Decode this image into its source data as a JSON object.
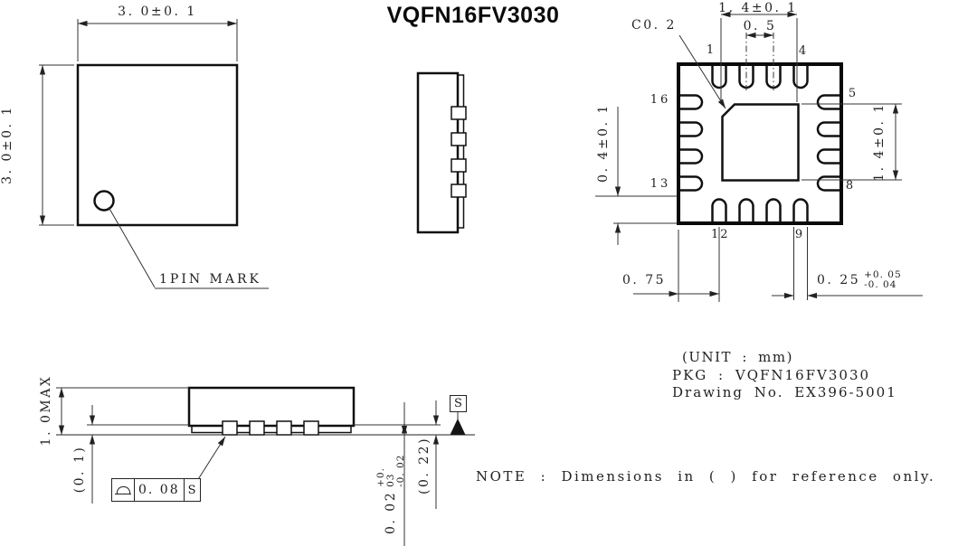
{
  "title": "VQFN16FV3030",
  "top_view": {
    "width_dim": "3. 0±0. 1",
    "height_dim": "3. 0±0. 1",
    "pin_mark_label": "1PIN MARK"
  },
  "bottom_view": {
    "pad_width_dim": "1. 4±0. 1",
    "pitch_dim": "0. 5",
    "chamfer_dim": "C0. 2",
    "corner_dim": "0. 4±0. 1",
    "pad_height_dim": "1. 4±0. 1",
    "edge_pin_dim": "0. 75",
    "pin_width_dim": "0. 25",
    "pin_width_tol_plus": "+0. 05",
    "pin_width_tol_minus": "-0. 04",
    "pin_labels": [
      "1",
      "4",
      "5",
      "8",
      "9",
      "12",
      "13",
      "16"
    ]
  },
  "profile_view": {
    "height_dim": "1. 0MAX",
    "ref_dim_1": "(0. 1)",
    "flatness_value": "0. 08",
    "flatness_datum": "S",
    "standoff_dim": "0. 02",
    "standoff_tol_plus": "+0. 03",
    "standoff_tol_minus": "-0. 02",
    "ref_dim_2": "(0. 22)",
    "seating_datum": "S"
  },
  "info": {
    "unit": "(UNIT : mm)",
    "pkg": "PKG : VQFN16FV3030",
    "drawing_no": "Drawing No. EX396-5001",
    "note": "NOTE : Dimensions in ( ) for reference only."
  }
}
